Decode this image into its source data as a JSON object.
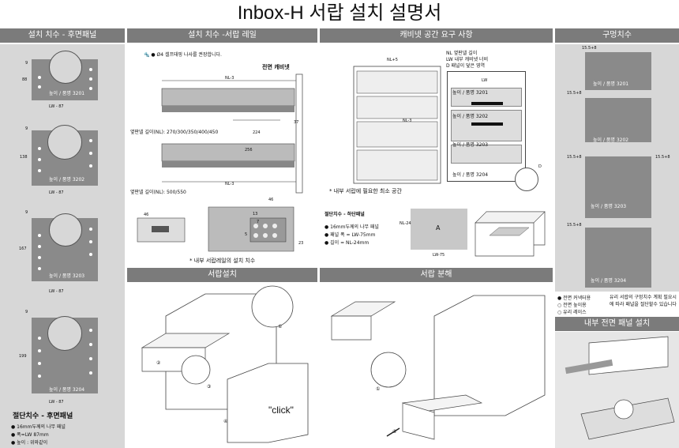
{
  "title": "Inbox-H 서랍 설치 설명서",
  "headers": {
    "back_panel": "설치 치수 - 후면패널",
    "rail": "설치 치수 -서랍 레일",
    "cabinet": "캐비넷 공간 요구 사항",
    "holes": "구멍치수",
    "drawer_install": "서랍설치",
    "drawer_remove": "서랍 분해",
    "inner_front": "내부 전면 패널 설치"
  },
  "back_panel": {
    "cards": [
      {
        "label": "높이 / 품명 3201",
        "height": "88"
      },
      {
        "label": "높이 / 품명 3202",
        "height": "138"
      },
      {
        "label": "높이 / 품명 3203",
        "height": "167"
      },
      {
        "label": "높이 / 품명 3204",
        "height": "199"
      }
    ],
    "width_label": "LW - 87",
    "offset": "9",
    "footer_title": "절단치수 - 후면패널",
    "footer_items": [
      "16mm두께의 나무 패널",
      "폭=LW 87mm",
      "높이 : 위와같이"
    ]
  },
  "rail": {
    "screw_note": "Ø4 셀프태핑 나사를 권장합니다.",
    "front_cabinet": "전면 캐비넷",
    "nl_label_1": "옆판넬 길이(NL):  270/300/350/400/450",
    "nl_label_2": "옆판넬 길이(NL):  500/550",
    "dim_nl": "NL-3",
    "dim_224": "224",
    "dim_256": "256",
    "dim_37": "37",
    "dim_46": "46",
    "dim_13": "13",
    "dim_7": "7",
    "dim_5": "5",
    "dim_23": "23",
    "caption": "* 내부 서랍레일의 설치 치수"
  },
  "cabinet": {
    "legend": [
      "NL   옆판넬 길이",
      "LW   내부 캐비넷 너비",
      "D    패널이 덮은 영역"
    ],
    "dim_nl5": "NL+5",
    "dim_lw": "LW",
    "dim_d": "D",
    "labels": [
      "높이 / 품명 3201",
      "높이 / 품명 3202",
      "높이 / 품명 3203",
      "높이 / 품명 3204"
    ],
    "caption": "* 내부 서랍에 필요한 최소 공간",
    "bottom_title": "절단치수 - 하단패널",
    "bottom_items": [
      "16mm두께의 나무 패널",
      "패널 폭 = LW-75mm",
      "길이 = NL-24mm"
    ],
    "dim_nl24": "NL-24",
    "dim_lw75": "LW-75",
    "panel_a": "A"
  },
  "holes": {
    "dim_155": "15.5+8",
    "labels": [
      "높이 / 품명 3201",
      "높이 / 품명 3202",
      "높이 / 품명 3203",
      "높이 / 품명 3204"
    ],
    "legend": [
      "전면 커넥터용",
      "전면 높이용",
      "유리 레이스"
    ],
    "note": "유리 서랍의 구멍치수 계획 필요시에 따라 패널을 절단할수 있습니다"
  },
  "install": {
    "click": "\"click\"",
    "steps": [
      "①",
      "②",
      "③",
      "④"
    ]
  }
}
